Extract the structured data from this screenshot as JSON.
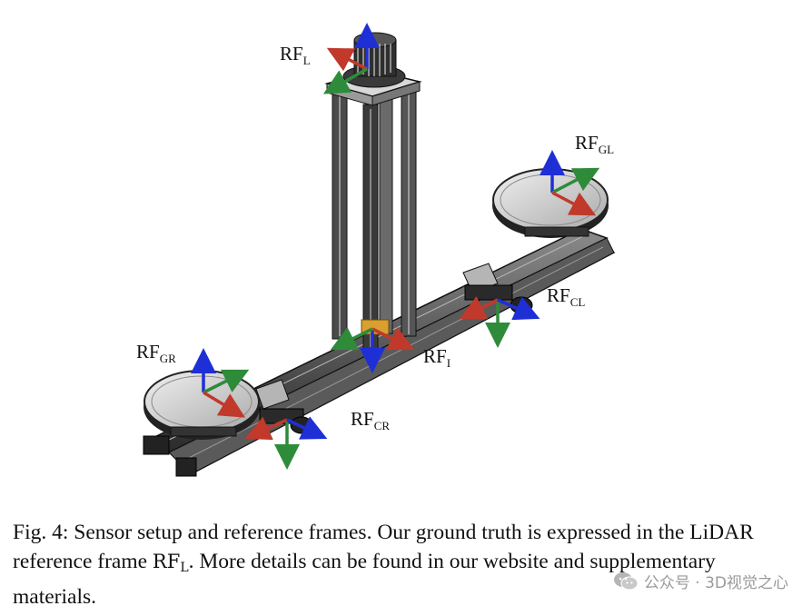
{
  "figure": {
    "labels": {
      "rf_l": {
        "base": "RF",
        "sub": "L"
      },
      "rf_gl": {
        "base": "RF",
        "sub": "GL"
      },
      "rf_cl": {
        "base": "RF",
        "sub": "CL"
      },
      "rf_gr": {
        "base": "RF",
        "sub": "GR"
      },
      "rf_i": {
        "base": "RF",
        "sub": "I"
      },
      "rf_cr": {
        "base": "RF",
        "sub": "CR"
      }
    },
    "axis_colors": {
      "x": "#c0392b",
      "y": "#2e8b3a",
      "z": "#1f2fd6"
    },
    "frame_color": "#2a2a2a",
    "disc_color": "#d6d6d6"
  },
  "caption": {
    "prefix": "Fig. 4: Sensor setup and reference frames. Our ground truth is expressed in the LiDAR reference frame ",
    "math_base": "RF",
    "math_sub": "L",
    "suffix": ". More details can be found in our website and supplementary materials."
  },
  "watermark": {
    "text": "公众号 · 3D视觉之心",
    "icon": "wechat-icon"
  }
}
